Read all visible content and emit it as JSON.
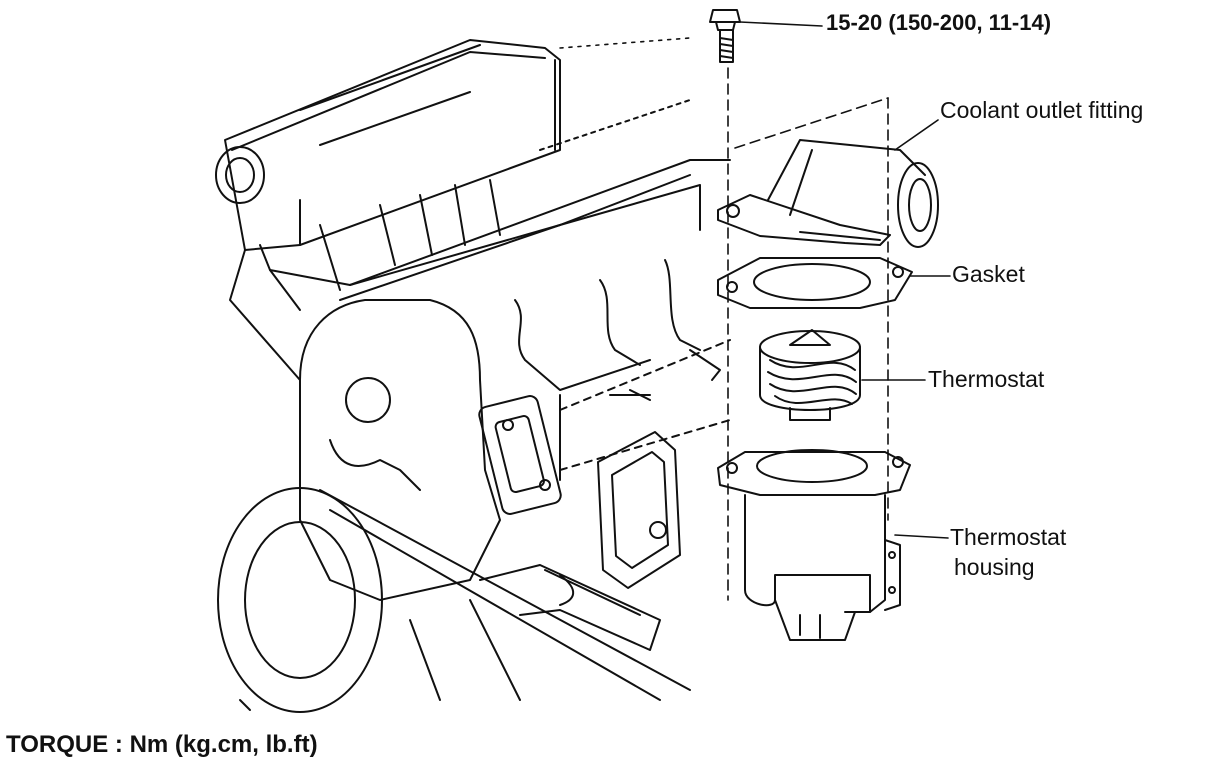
{
  "diagram": {
    "bolt_torque_spec": "15-20 (150-200, 11-14)",
    "labels": {
      "coolant_outlet_fitting": "Coolant outlet fitting",
      "gasket": "Gasket",
      "thermostat": "Thermostat",
      "thermostat_housing_line1": "Thermostat",
      "thermostat_housing_line2": "housing"
    },
    "footer_note": "TORQUE : Nm (kg.cm, lb.ft)",
    "colors": {
      "line": "#111111",
      "background": "#ffffff"
    }
  }
}
